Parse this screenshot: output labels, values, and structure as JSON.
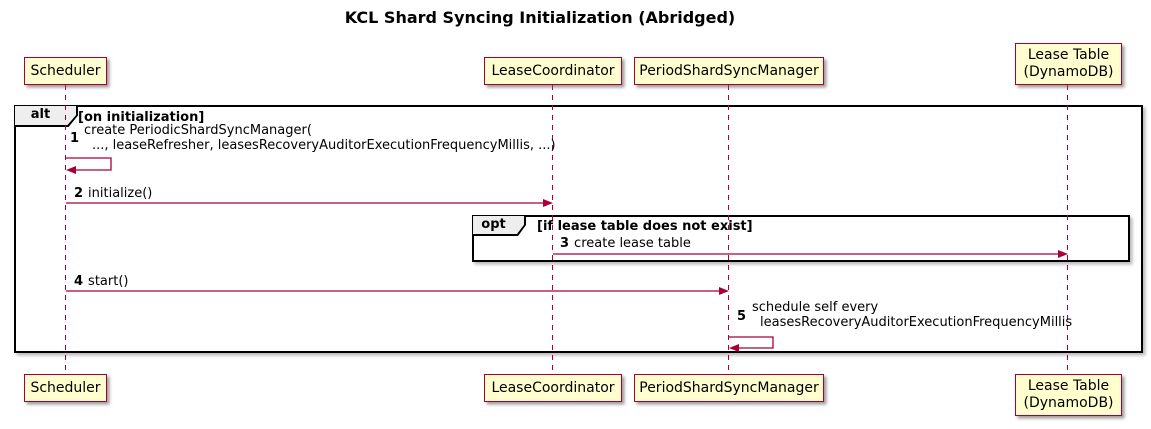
{
  "title": "KCL Shard Syncing Initialization (Abridged)",
  "colors": {
    "background": "#FFFFFF",
    "participant_fill": "#FEFECE",
    "accent_border": "#A80036",
    "frame_border": "#000000",
    "frame_label_fill": "#EEEEEE",
    "text": "#000000"
  },
  "participants": [
    {
      "line1": "Scheduler"
    },
    {
      "line1": "LeaseCoordinator"
    },
    {
      "line1": "PeriodShardSyncManager"
    },
    {
      "line1": "Lease Table",
      "line2": "(DynamoDB)"
    }
  ],
  "frames": {
    "alt": {
      "type_label": "alt",
      "condition": "[on initialization]"
    },
    "opt": {
      "type_label": "opt",
      "condition": "[if lease table does not exist]"
    }
  },
  "messages": [
    {
      "num": "1",
      "line1": "create PeriodicShardSyncManager(",
      "line2": "..., leaseRefresher, leasesRecoveryAuditorExecutionFrequencyMillis, ...)"
    },
    {
      "num": "2",
      "text": "initialize()"
    },
    {
      "num": "3",
      "text": "create lease table"
    },
    {
      "num": "4",
      "text": "start()"
    },
    {
      "num": "5",
      "line1": "schedule self every",
      "line2": "leasesRecoveryAuditorExecutionFrequencyMillis"
    }
  ]
}
